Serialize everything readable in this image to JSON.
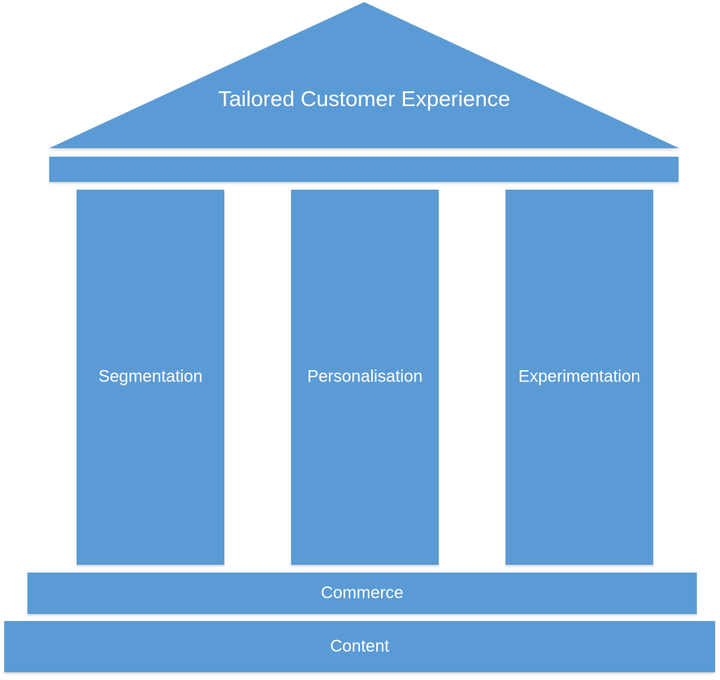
{
  "diagram": {
    "roof": {
      "label": "Tailored Customer Experience"
    },
    "pillars": [
      {
        "label": "Segmentation"
      },
      {
        "label": "Personalisation"
      },
      {
        "label": "Experimentation"
      }
    ],
    "foundation": [
      {
        "label": "Commerce"
      },
      {
        "label": "Content"
      }
    ],
    "colors": {
      "block_fill": "#5b9bd5",
      "label_text": "#ffffff",
      "background": "#ffffff"
    }
  }
}
